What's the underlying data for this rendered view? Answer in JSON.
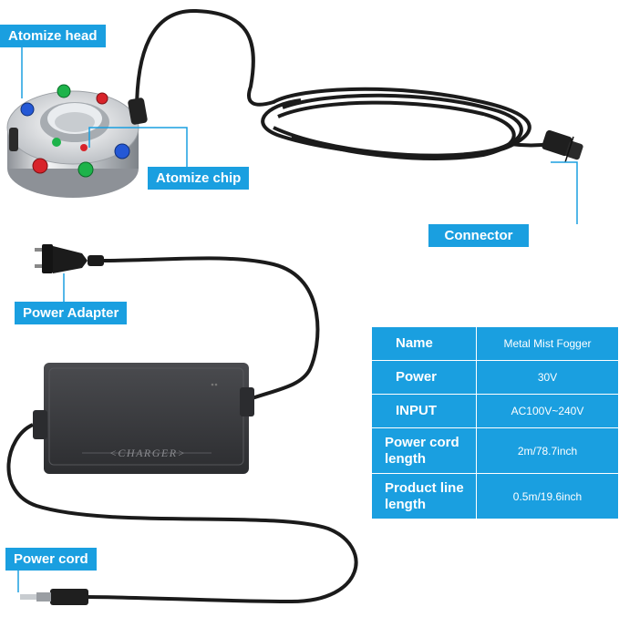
{
  "callouts": {
    "atomize_head": "Atomize head",
    "atomize_chip": "Atomize chip",
    "connector": "Connector",
    "power_adapter": "Power Adapter",
    "power_cord": "Power cord"
  },
  "adapter_embossed_text": "<CHARGER>",
  "specs": [
    {
      "key": "Name",
      "value": "Metal Mist Fogger"
    },
    {
      "key": "Power",
      "value": "30V"
    },
    {
      "key": "INPUT",
      "value": "AC100V~240V"
    },
    {
      "key": "Power cord length",
      "value": "2m/78.7inch"
    },
    {
      "key": "Product line length",
      "value": "0.5m/19.6inch"
    }
  ],
  "colors": {
    "accent": "#1a9fe0",
    "cable": "#1b1b1b",
    "adapter_body": "#3a3b3e",
    "metal": "#d7dadd"
  }
}
